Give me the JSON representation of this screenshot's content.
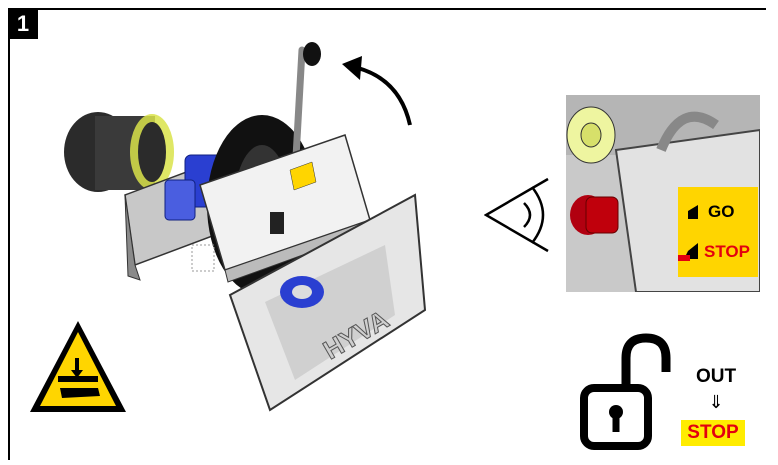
{
  "step_number": "1",
  "detail_labels": {
    "go": "GO",
    "stop": "STOP"
  },
  "instruction": {
    "out": "OUT",
    "arrow": "⇓",
    "stop": "STOP"
  },
  "logo_text": "HYVA",
  "colors": {
    "warning_yellow": "#ffd500",
    "stop_red": "#e3000f",
    "stop_bg": "#ffec00",
    "knob_red": "#c0000c",
    "blue": "#2a3fd1"
  },
  "icons": [
    "rotate-arrow-icon",
    "eye-icon",
    "hand-crush-warning-icon",
    "padlock-unlocked-icon"
  ]
}
